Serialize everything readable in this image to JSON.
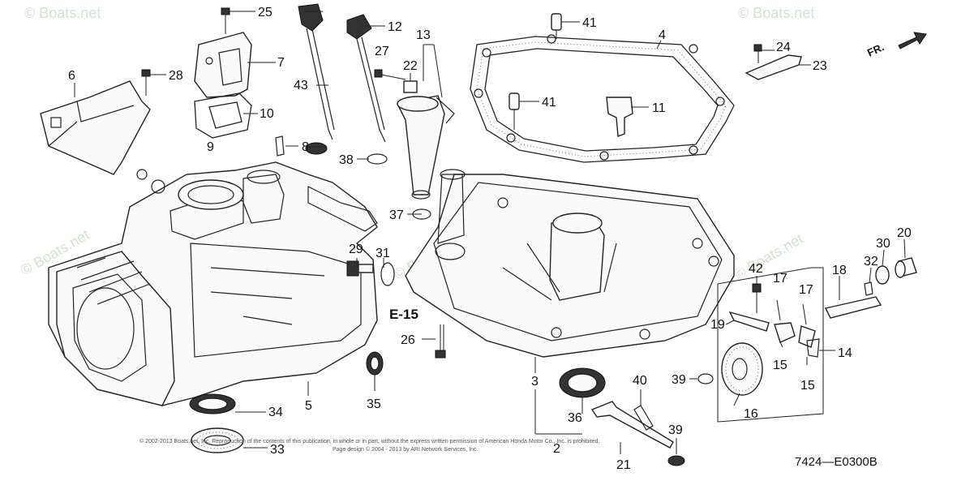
{
  "watermark": {
    "text": "© Boats.net"
  },
  "direction_indicator": {
    "label": "FR."
  },
  "reference": {
    "label": "E-15"
  },
  "diagram_code": "7424—E0300B",
  "copyright_lines": [
    "© 2002-2013 Boats.net, Inc. Reproduction of the contents of this publication, in whole or in part, without the express written permission of American Honda Motor Co., Inc. is prohibited.",
    "Page design © 2004 - 2013 by ARI Network Services, Inc."
  ],
  "callouts": [
    {
      "id": "c1",
      "label": "2"
    },
    {
      "id": "c2",
      "label": "3"
    },
    {
      "id": "c3",
      "label": "4"
    },
    {
      "id": "c4",
      "label": "5"
    },
    {
      "id": "c5",
      "label": "6"
    },
    {
      "id": "c6",
      "label": "7"
    },
    {
      "id": "c7",
      "label": "8"
    },
    {
      "id": "c8",
      "label": "9"
    },
    {
      "id": "c9",
      "label": "10"
    },
    {
      "id": "c10",
      "label": "11"
    },
    {
      "id": "c11",
      "label": "12"
    },
    {
      "id": "c12",
      "label": "13"
    },
    {
      "id": "c13",
      "label": "14"
    },
    {
      "id": "c14",
      "label": "15"
    },
    {
      "id": "c15",
      "label": "15"
    },
    {
      "id": "c16",
      "label": "16"
    },
    {
      "id": "c17",
      "label": "17"
    },
    {
      "id": "c18",
      "label": "17"
    },
    {
      "id": "c19",
      "label": "18"
    },
    {
      "id": "c20",
      "label": "19"
    },
    {
      "id": "c21",
      "label": "20"
    },
    {
      "id": "c22",
      "label": "21"
    },
    {
      "id": "c23",
      "label": "22"
    },
    {
      "id": "c24",
      "label": "23"
    },
    {
      "id": "c25",
      "label": "24"
    },
    {
      "id": "c26",
      "label": "25"
    },
    {
      "id": "c27",
      "label": "26"
    },
    {
      "id": "c28",
      "label": "27"
    },
    {
      "id": "c29",
      "label": "28"
    },
    {
      "id": "c30",
      "label": "29"
    },
    {
      "id": "c31",
      "label": "30"
    },
    {
      "id": "c32",
      "label": "31"
    },
    {
      "id": "c33",
      "label": "32"
    },
    {
      "id": "c34",
      "label": "33"
    },
    {
      "id": "c35",
      "label": "34"
    },
    {
      "id": "c36",
      "label": "35"
    },
    {
      "id": "c37",
      "label": "36"
    },
    {
      "id": "c38",
      "label": "37"
    },
    {
      "id": "c39",
      "label": "38"
    },
    {
      "id": "c40",
      "label": "39"
    },
    {
      "id": "c41",
      "label": "39"
    },
    {
      "id": "c42",
      "label": "40"
    },
    {
      "id": "c43",
      "label": "41"
    },
    {
      "id": "c44",
      "label": "41"
    },
    {
      "id": "c45",
      "label": "42"
    },
    {
      "id": "c46",
      "label": "43"
    }
  ]
}
